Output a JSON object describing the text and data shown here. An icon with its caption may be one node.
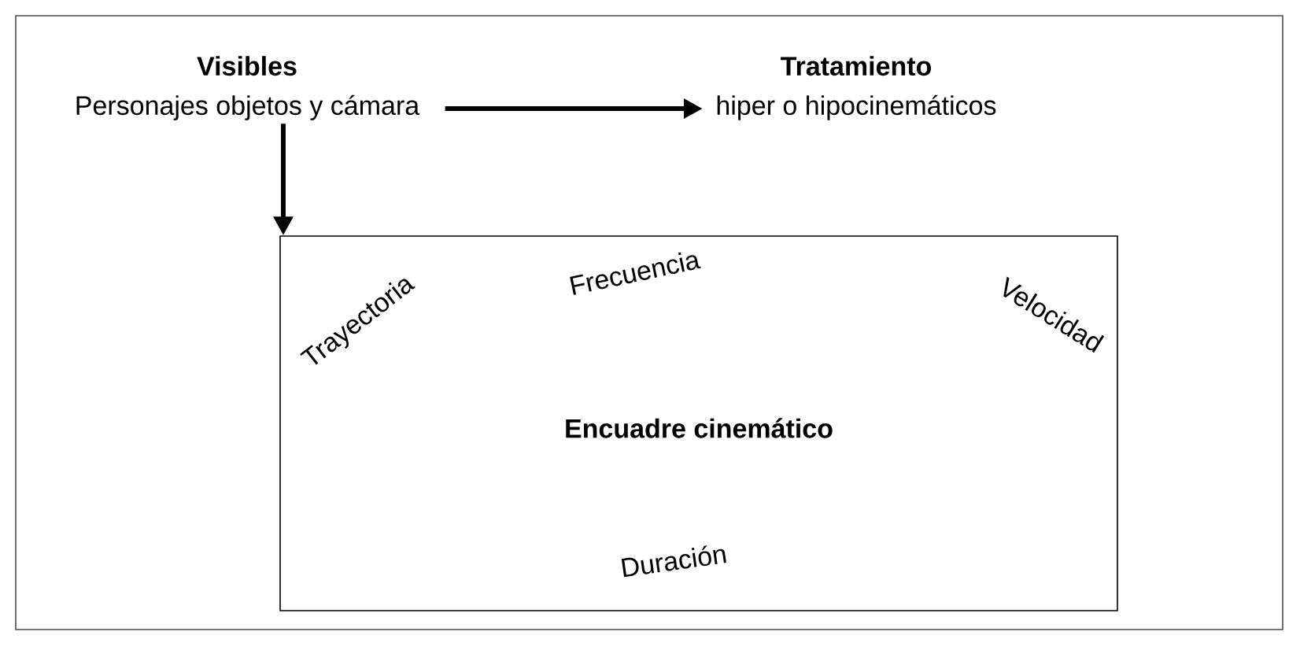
{
  "diagram": {
    "nodes": [
      {
        "text": [
          "Visibles",
          "Personajes objetos y cámara"
        ]
      },
      {
        "text": [
          "Tratamiento",
          "hiper o hipocinemáticos"
        ]
      },
      {
        "text": [
          "Trayectoria",
          "Frecuencia",
          "Velocidad",
          "Encuadre cinemático",
          "Duración"
        ]
      }
    ],
    "edges": [
      {
        "from": 0,
        "to": 1,
        "arrow": "to"
      },
      {
        "from": 0,
        "to": 2,
        "arrow": "to"
      }
    ]
  }
}
